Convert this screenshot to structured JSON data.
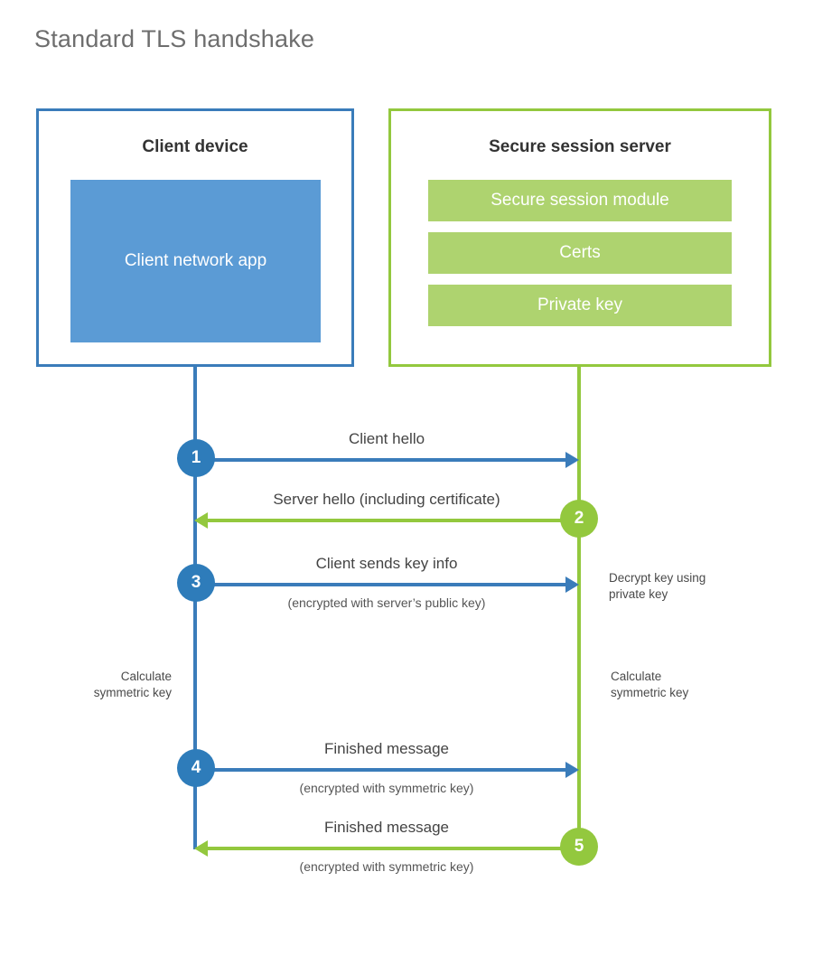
{
  "title": "Standard TLS handshake",
  "colors": {
    "client_accent": "#3a7cba",
    "client_fill": "#5b9bd5",
    "server_accent": "#93c83e",
    "server_fill": "#aed36f",
    "step_blue": "#2e7cba",
    "step_green": "#93c83e",
    "title_text": "#6e6e6e"
  },
  "client": {
    "title": "Client device",
    "app_label": "Client network app"
  },
  "server": {
    "title": "Secure session server",
    "items": [
      {
        "label": "Secure session module"
      },
      {
        "label": "Certs"
      },
      {
        "label": "Private key"
      }
    ]
  },
  "messages": [
    {
      "step": "1",
      "direction": "client-to-server",
      "label": "Client hello",
      "sublabel": ""
    },
    {
      "step": "2",
      "direction": "server-to-client",
      "label": "Server hello (including certificate)",
      "sublabel": ""
    },
    {
      "step": "3",
      "direction": "client-to-server",
      "label": "Client sends key info",
      "sublabel": "(encrypted with server’s public key)"
    },
    {
      "step": "4",
      "direction": "client-to-server",
      "label": "Finished message",
      "sublabel": "(encrypted with symmetric key)"
    },
    {
      "step": "5",
      "direction": "server-to-client",
      "label": "Finished message",
      "sublabel": "(encrypted with symmetric key)"
    }
  ],
  "notes": {
    "decrypt_key": "Decrypt key using\nprivate key",
    "client_calculate": "Calculate\nsymmetric key",
    "server_calculate": "Calculate\nsymmetric key"
  },
  "chart_data": {
    "type": "sequence-diagram",
    "title": "Standard TLS handshake",
    "actors": [
      "Client device",
      "Secure session server"
    ],
    "steps": [
      {
        "n": 1,
        "from": "client",
        "to": "server",
        "text": "Client hello"
      },
      {
        "n": 2,
        "from": "server",
        "to": "client",
        "text": "Server hello (including certificate)"
      },
      {
        "n": 3,
        "from": "client",
        "to": "server",
        "text": "Client sends key info (encrypted with server's public key)"
      },
      {
        "n": 4,
        "from": "client",
        "to": "server",
        "text": "Finished message (encrypted with symmetric key)"
      },
      {
        "n": 5,
        "from": "server",
        "to": "client",
        "text": "Finished message (encrypted with symmetric key)"
      }
    ]
  }
}
